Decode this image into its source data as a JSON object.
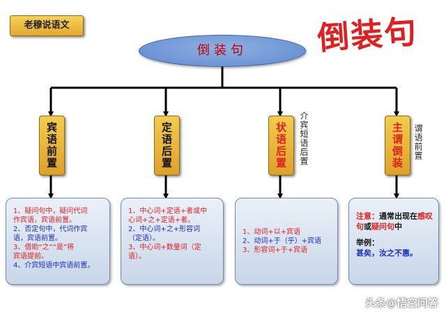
{
  "badge": "老穆说语文",
  "script_title": "倒装句",
  "root": "倒装句",
  "categories": [
    {
      "label": "宾语前置",
      "color": "#111111",
      "side": ""
    },
    {
      "label": "定语后置",
      "color": "#111111",
      "side": ""
    },
    {
      "label": "状语后置",
      "color": "#e02020",
      "side": "介宾短语后置"
    },
    {
      "label": "主谓倒装",
      "color": "#e02020",
      "side": "谓语前置"
    }
  ],
  "details": {
    "box1": [
      "1、疑问句中，疑问代词",
      "作宾语，宾语前置。",
      "2、否定句中，代词作宾",
      "语，宾语前置。",
      "3、借助“之”“是”将",
      "宾语提前。",
      "4、介宾短语中宾语前置。"
    ],
    "box2": [
      "1、中心词+定语+者或中",
      "心词+之+定语+者。",
      "2、中心词+之+形容词",
      "（定语）。",
      "3、中心词+数量词（定",
      "语）。"
    ],
    "box3": [
      "1、动词+以+宾语",
      "2、动词+于（乎）+宾语",
      "3、形容词+于+宾语"
    ],
    "box4": {
      "note_label": "注意：",
      "note_a": "通常出现在",
      "note_red1": "感叹句",
      "note_b": "或",
      "note_red2": "疑问句",
      "note_c": "中",
      "example_label": "举例：",
      "example": "甚矣，汝之不惠。"
    }
  },
  "watermark": "头条@悟空问答"
}
